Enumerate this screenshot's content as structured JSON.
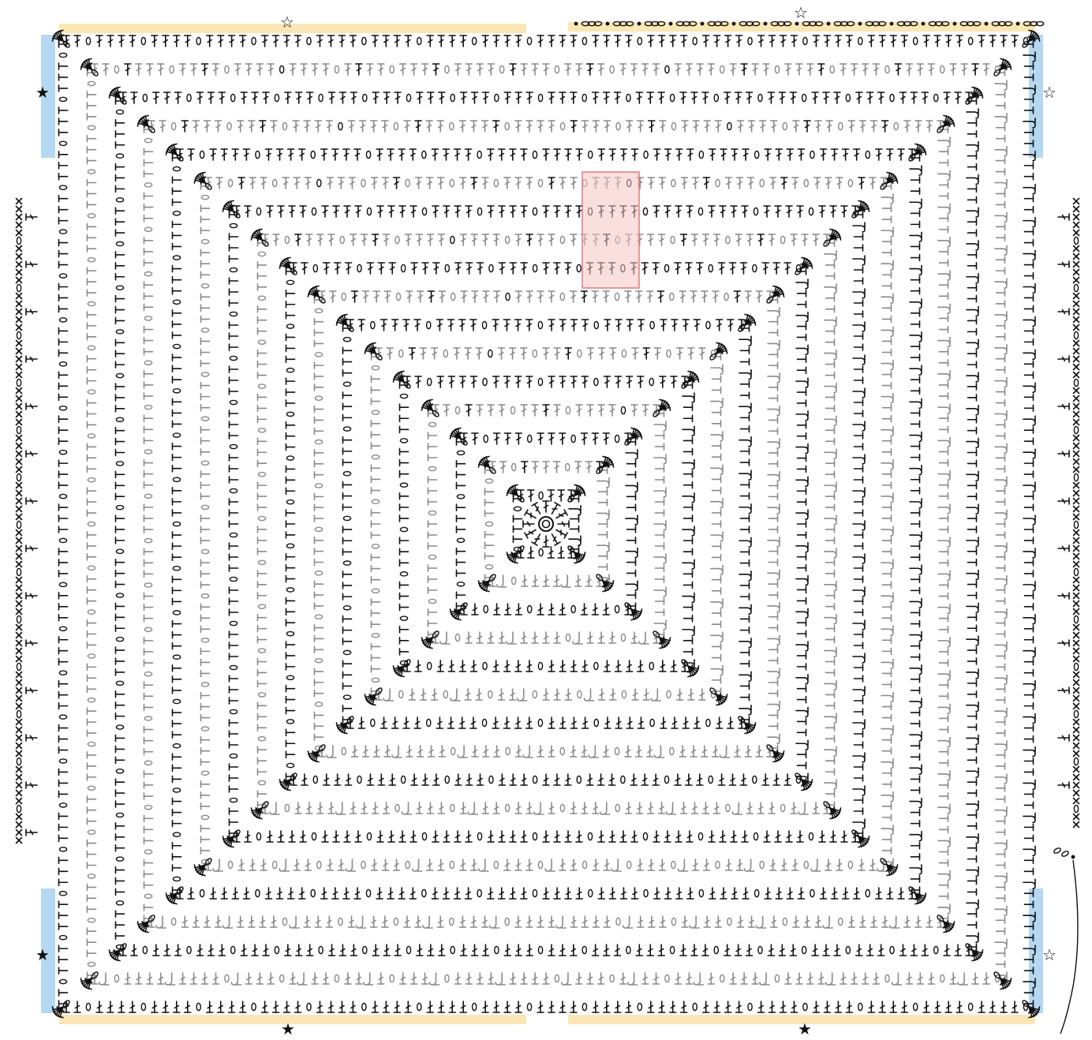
{
  "diagram": {
    "type": "crochet-square-chart",
    "rings": 17,
    "markers": {
      "filled_star": "★",
      "open_star": "☆"
    },
    "colors": {
      "ink": "#111111",
      "contrast_ink": "#8a8a8a",
      "edge_yellow": "#fbe7b5",
      "edge_blue": "#b5d8f2",
      "highlight_fill": "#f6c4c4",
      "highlight_stroke": "#e07a7a"
    },
    "symbols": [
      "slip-stitch",
      "chain",
      "single-crochet",
      "half-double-crochet",
      "double-crochet",
      "treble-crochet",
      "front-post-stitch",
      "magic-ring"
    ]
  }
}
